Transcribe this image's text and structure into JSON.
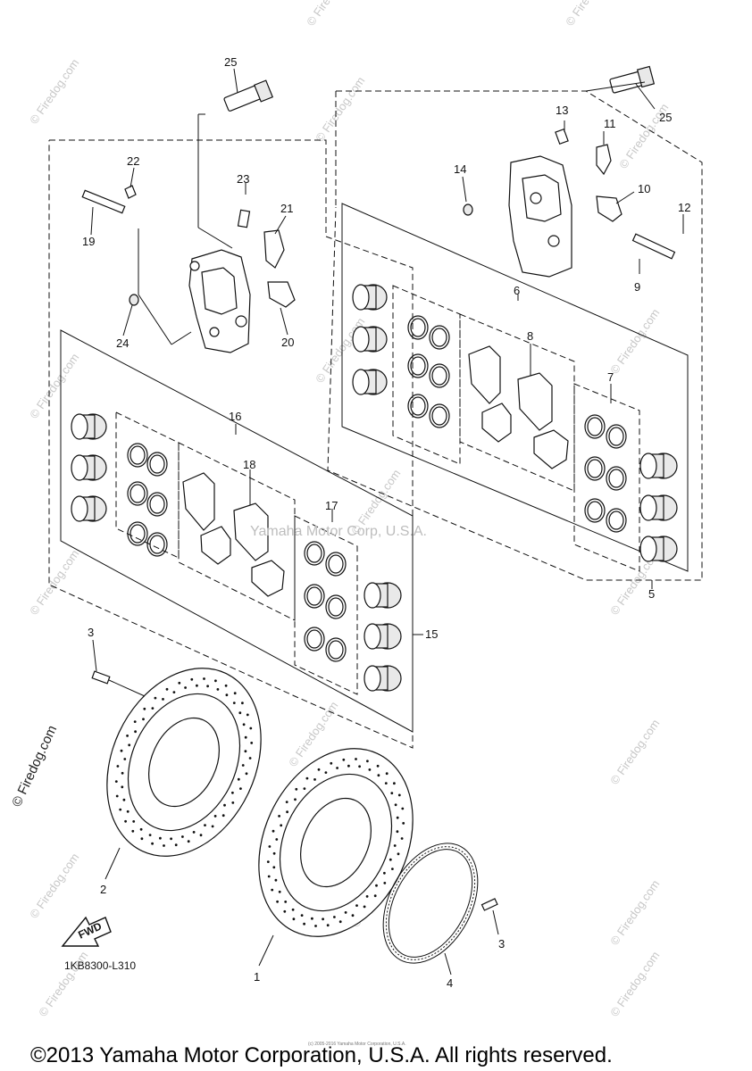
{
  "part_numbers": [
    "1",
    "2",
    "3",
    "3",
    "4",
    "5",
    "6",
    "7",
    "8",
    "9",
    "10",
    "11",
    "12",
    "13",
    "14",
    "15",
    "16",
    "17",
    "18",
    "19",
    "20",
    "21",
    "22",
    "23",
    "24",
    "25",
    "25"
  ],
  "fwd_label": "FWD",
  "diagram_code": "1KB8300-L310",
  "center_watermark": "Yamaha Motor Corp, U.S.A.",
  "side_watermark": "© Firedog.com",
  "tiny_notice": "(c) 2005-2016 Yamaha Motor Corporation, U.S.A.",
  "footer_copyright": "©2013 Yamaha Motor Corporation, U.S.A. All rights reserved.",
  "tile_watermark": "© Firedog.com"
}
